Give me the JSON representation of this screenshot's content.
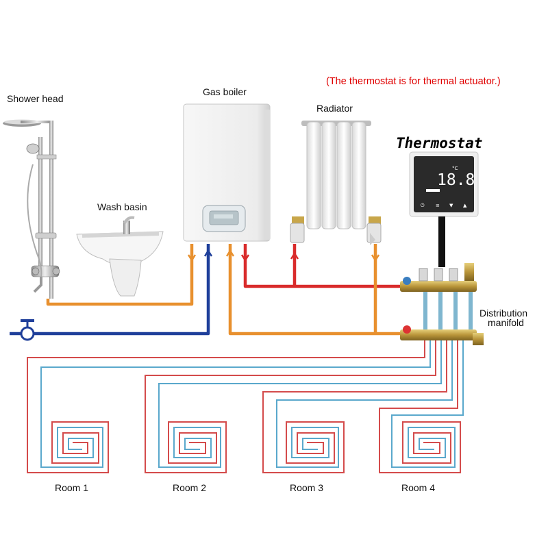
{
  "note": "(The thermostat is for thermal actuator.)",
  "labels": {
    "shower_head": "Shower head",
    "gas_boiler": "Gas boiler",
    "radiator": "Radiator",
    "wash_basin": "Wash basin",
    "thermostat": "Thermostat",
    "distribution_line1": "Distribution",
    "distribution_line2": "manifold"
  },
  "thermostat_display": {
    "temperature": "18.8",
    "unit": "°C"
  },
  "rooms": [
    "Room 1",
    "Room 2",
    "Room 3",
    "Room 4"
  ],
  "colors": {
    "hot_supply": "#d92b2b",
    "hot_return": "#e8902e",
    "cold_water": "#1f3f9a",
    "floor_supply": "#d44b4b",
    "floor_return": "#5aa8cc",
    "manifold_brass": "#b9953a",
    "thermostat_screen": "#2a2a2a"
  }
}
